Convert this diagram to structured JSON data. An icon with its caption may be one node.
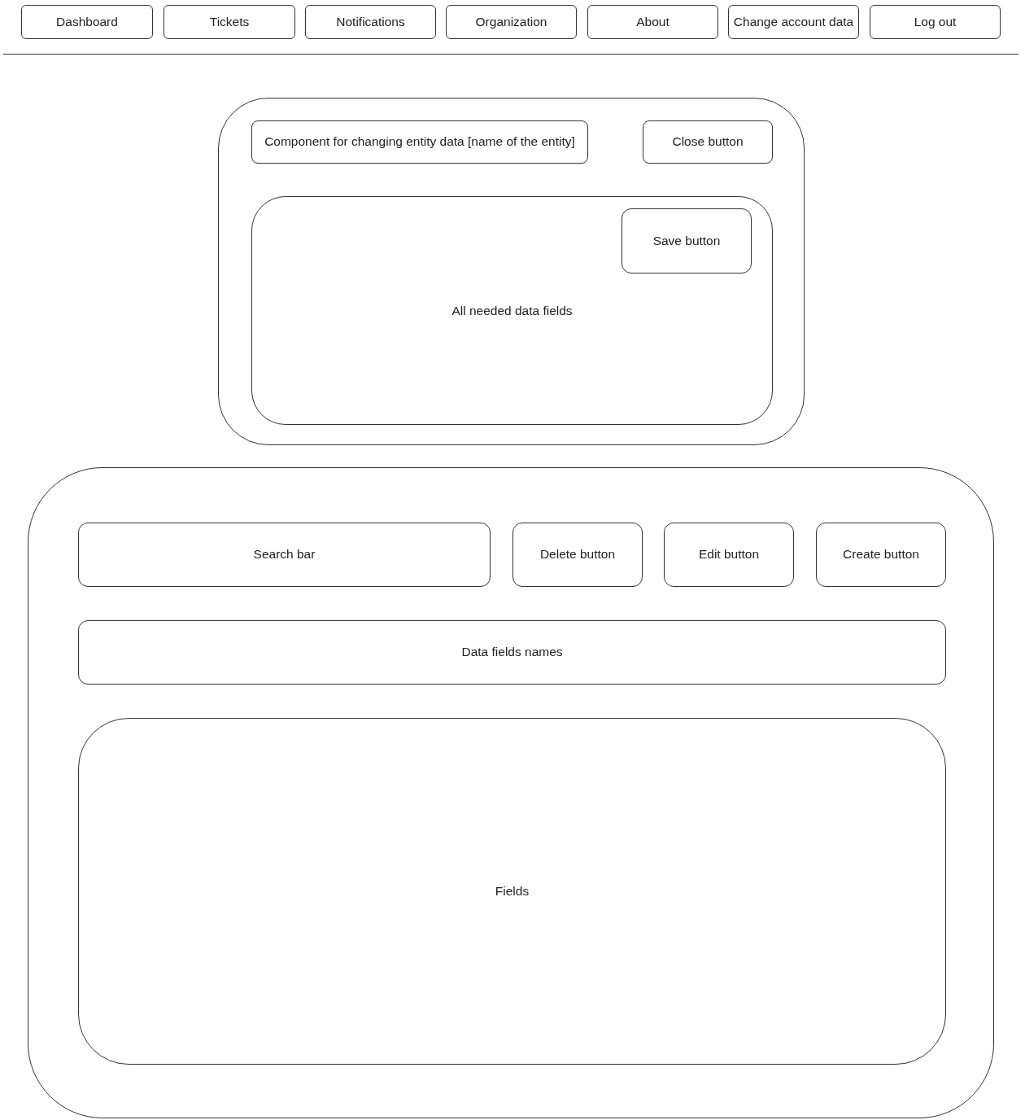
{
  "diagram": {
    "nodes": [
      {
        "text": [
          "Dashboard"
        ]
      },
      {
        "text": [
          "Tickets"
        ]
      },
      {
        "text": [
          "Notifications"
        ]
      },
      {
        "text": [
          "Organization"
        ]
      },
      {
        "text": [
          "About"
        ]
      },
      {
        "text": [
          "Change account data"
        ]
      },
      {
        "text": [
          "Log out"
        ]
      },
      {
        "text": [],
        "shape": "box"
      },
      {
        "text": [
          "Component for changing entity data [name of the entity]"
        ],
        "in": 7
      },
      {
        "text": [
          "Close button"
        ],
        "in": 7
      },
      {
        "text": [
          "All needed data fields"
        ],
        "in": 7
      },
      {
        "text": [
          "Save button"
        ],
        "in": 10
      },
      {
        "text": [],
        "shape": "box"
      },
      {
        "text": [
          "Search bar"
        ],
        "in": 12
      },
      {
        "text": [
          "Delete button"
        ],
        "in": 12
      },
      {
        "text": [
          "Edit button"
        ],
        "in": 12
      },
      {
        "text": [
          "Create button"
        ],
        "in": 12
      },
      {
        "text": [
          "Data fields names"
        ],
        "in": 12
      },
      {
        "text": [
          "Fields"
        ],
        "in": 12
      }
    ],
    "edges": []
  }
}
